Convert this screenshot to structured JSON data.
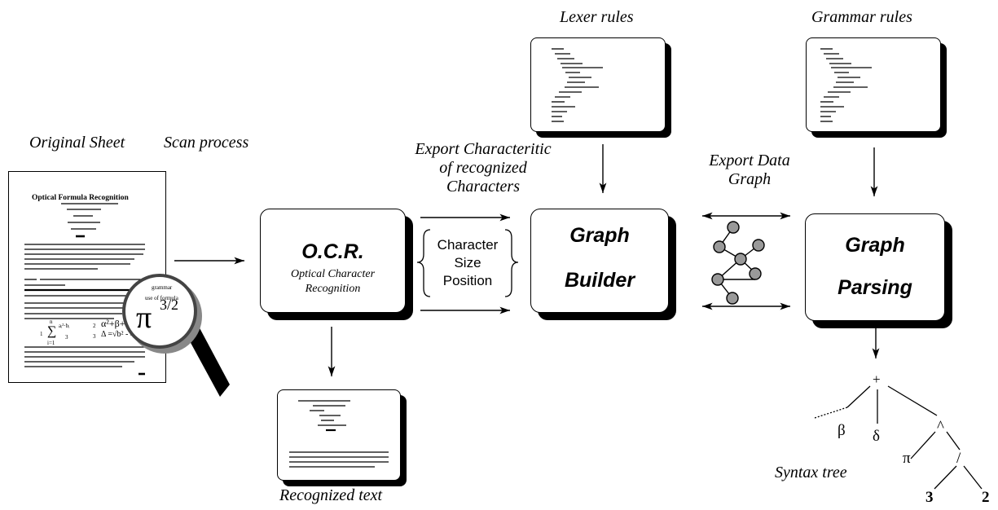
{
  "labels": {
    "original_sheet": "Original Sheet",
    "scan_process": "Scan process",
    "export_char_1": "Export Characteritic",
    "export_char_2": "of recognized",
    "export_char_3": "Characters",
    "lexer_rules": "Lexer rules",
    "grammar_rules": "Grammar rules",
    "export_data_1": "Export Data",
    "export_data_2": "Graph",
    "recognized_text": "Recognized text",
    "syntax_tree": "Syntax tree"
  },
  "ocr_box": {
    "title": "O.C.R.",
    "subtitle_1": "Optical Character",
    "subtitle_2": "Recognition"
  },
  "characteristics": {
    "line_1": "Character",
    "line_2": "Size",
    "line_3": "Position"
  },
  "graph_builder": {
    "line_1": "Graph",
    "line_2": "Builder"
  },
  "graph_parsing": {
    "line_1": "Graph",
    "line_2": "Parsing"
  },
  "sheet": {
    "title": "Optical Formula Recognition",
    "magnifier_line_1": "grammar",
    "magnifier_line_2": "use of formula",
    "magnified_symbol": "π",
    "magnified_exponent": "3/2",
    "formula_1_number": "1",
    "formula_2_number": "2",
    "formula_3_number": "3",
    "formula_2": "α²+β+δ",
    "formula_3": "Δ =√b² - 4ac",
    "formula_1": "∑",
    "formula_1_upper": "n",
    "formula_1_lower": "i=1",
    "formula_1_num": "aᵢ²·bᵢ",
    "formula_1_den": "3"
  },
  "syntax_tree_nodes": {
    "root": "+",
    "beta": "β",
    "delta": "δ",
    "caret": "^",
    "pi": "π",
    "slash": "/",
    "three": "3",
    "two": "2"
  }
}
